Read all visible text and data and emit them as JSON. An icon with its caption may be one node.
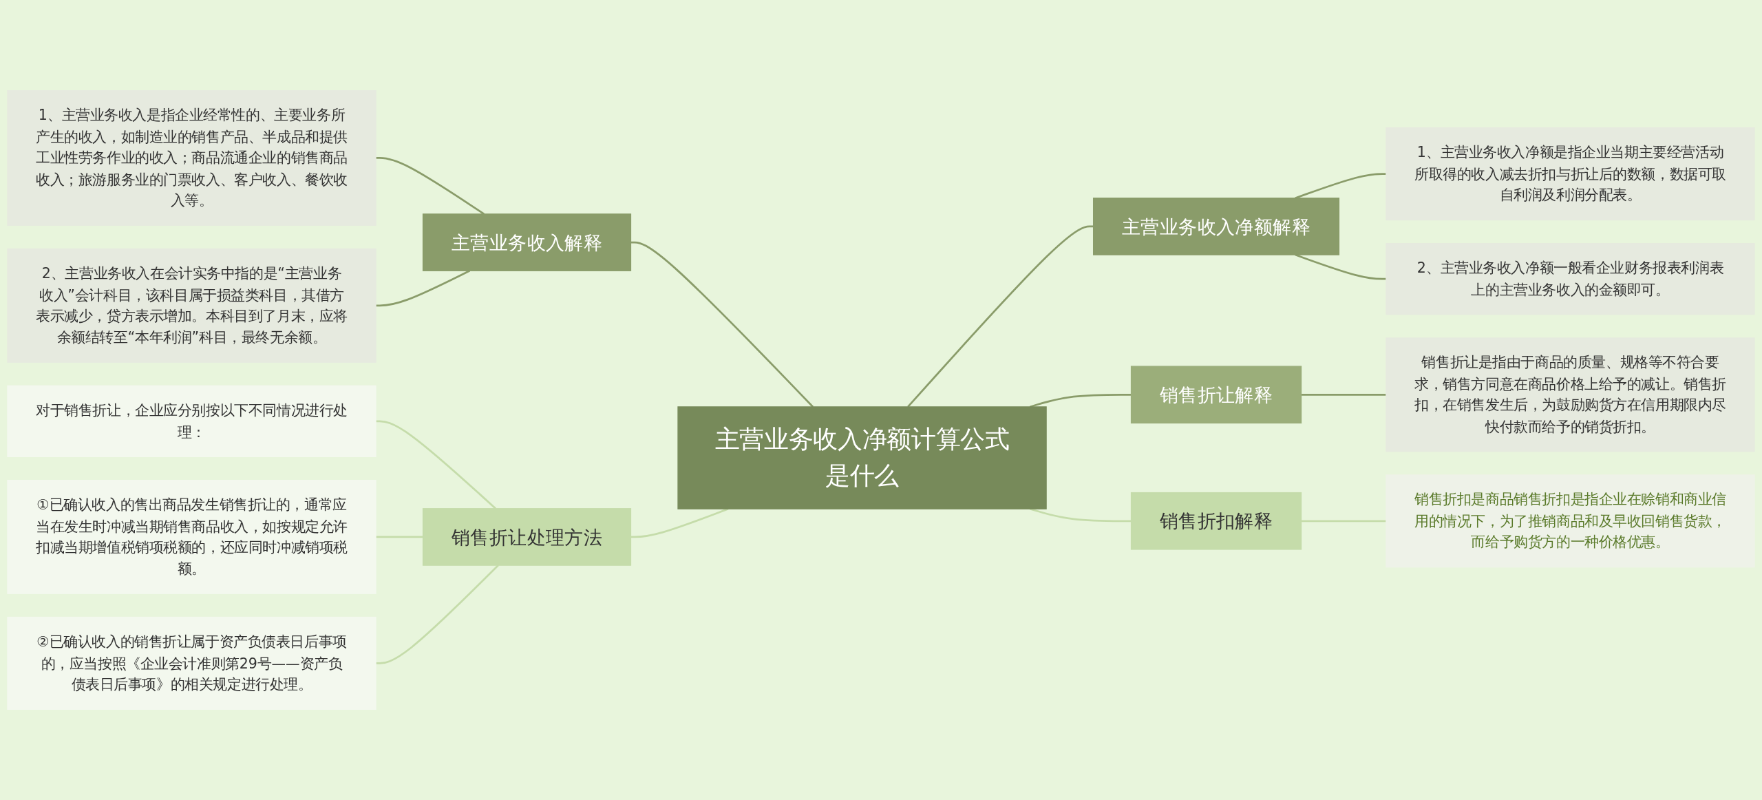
{
  "diagram": {
    "nodes": [
      {
        "text": [
          "主营业务收入净额计算公式是什么"
        ]
      },
      {
        "text": [
          "主营业务收入解释"
        ]
      },
      {
        "text": [
          "1、主营业务收入是指企业经常性的、主要业务所产生的收入，如制造业的销售产品、半成品和提供工业性劳务作业的收入；商品流通企业的销售商品收入；旅游服务业的门票收入、客户收入、餐饮收入等。"
        ]
      },
      {
        "text": [
          "2、主营业务收入在会计实务中指的是“主营业务收入”会计科目，该科目属于损益类科目，其借方表示减少，贷方表示增加。本科目到了月末，应将余额结转至“本年利润”科目，最终无余额。"
        ]
      },
      {
        "text": [
          "销售折让处理方法"
        ]
      },
      {
        "text": [
          "对于销售折让，企业应分别按以下不同情况进行处理："
        ]
      },
      {
        "text": [
          "①已确认收入的售出商品发生销售折让的，通常应当在发生时冲减当期销售商品收入，如按规定允许扣减当期增值税销项税额的，还应同时冲减销项税额。"
        ]
      },
      {
        "text": [
          "②已确认收入的销售折让属于资产负债表日后事项的，应当按照《企业会计准则第29号——资产负债表日后事项》的相关规定进行处理。"
        ]
      },
      {
        "text": [
          "主营业务收入净额解释"
        ]
      },
      {
        "text": [
          "1、主营业务收入净额是指企业当期主要经营活动所取得的收入减去折扣与折让后的数额，数据可取自利润及利润分配表。"
        ]
      },
      {
        "text": [
          "2、主营业务收入净额一般看企业财务报表利润表上的主营业务收入的金额即可。"
        ]
      },
      {
        "text": [
          "销售折让解释"
        ]
      },
      {
        "text": [
          "销售折让是指由于商品的质量、规格等不符合要求，销售方同意在商品价格上给予的减让。销售折扣，在销售发生后，为鼓励购货方在信用期限内尽快付款而给予的销货折扣。"
        ]
      },
      {
        "text": [
          "销售折扣解释"
        ]
      },
      {
        "text": [
          "销售折扣是商品销售折扣是指企业在赊销和商业信用的情况下，为了推销商品和及早收回销售货款，而给予购货方的一种价格优惠。"
        ]
      }
    ],
    "edges": [
      {
        "from": 0,
        "to": 1,
        "arrow": "none"
      },
      {
        "from": 1,
        "to": 2,
        "arrow": "none"
      },
      {
        "from": 1,
        "to": 3,
        "arrow": "none"
      },
      {
        "from": 0,
        "to": 4,
        "arrow": "none",
        "color": "#c5dcaa"
      },
      {
        "from": 4,
        "to": 5,
        "arrow": "none",
        "color": "#c5dcaa"
      },
      {
        "from": 4,
        "to": 6,
        "arrow": "none",
        "color": "#c5dcaa"
      },
      {
        "from": 4,
        "to": 7,
        "arrow": "none",
        "color": "#c5dcaa"
      },
      {
        "from": 0,
        "to": 8,
        "arrow": "none"
      },
      {
        "from": 8,
        "to": 9,
        "arrow": "none"
      },
      {
        "from": 8,
        "to": 10,
        "arrow": "none"
      },
      {
        "from": 0,
        "to": 11,
        "arrow": "none"
      },
      {
        "from": 11,
        "to": 12,
        "arrow": "none"
      },
      {
        "from": 0,
        "to": 13,
        "arrow": "none",
        "color": "#c5dcaa"
      },
      {
        "from": 13,
        "to": 14,
        "arrow": "none",
        "color": "#c5dcaa"
      }
    ]
  }
}
